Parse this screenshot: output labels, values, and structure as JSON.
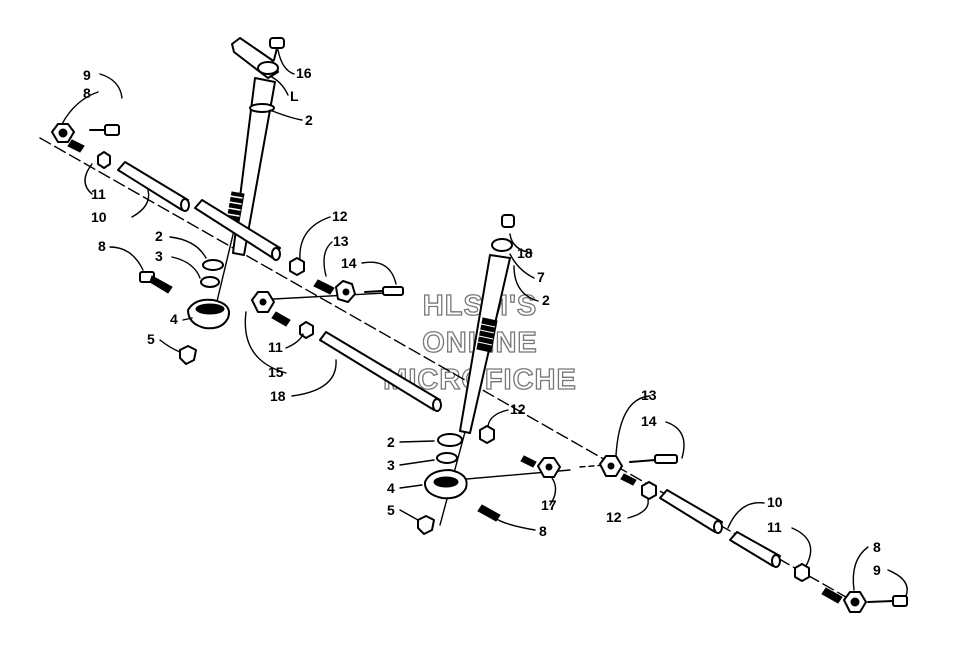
{
  "watermark": [
    "HLSM'S",
    "ONLINE",
    "MICROFICHE"
  ],
  "callouts": {
    "upper_left": {
      "tie_rod_end": "9",
      "tie_rod_end_bolt": "8",
      "jam_nut": "11",
      "tie_rod": "10",
      "nut_right": "12",
      "ball_joint": "13",
      "bolt": "14",
      "bolt_lower": "8",
      "washer": "2",
      "washer_2": "3",
      "steering_arm": "4",
      "lock_nut": "5",
      "jam_nut_2": "11",
      "rod_end": "15",
      "center_rod": "18"
    },
    "left_post": {
      "cap_bolt": "16",
      "arm": "L",
      "bushing": "2"
    },
    "right_post": {
      "cap_bolt": "18",
      "arm": "7",
      "bushing": "2"
    },
    "lower_center": {
      "washer": "2",
      "washer_2": "3",
      "steering_arm": "4",
      "lock_nut": "5",
      "nut": "12",
      "rod_end": "17",
      "bolt": "8"
    },
    "lower_right": {
      "ball_joint": "13",
      "bolt": "14",
      "nut": "12",
      "tie_rod": "10",
      "jam_nut": "11",
      "tie_rod_end": "8",
      "bolt_end": "9"
    }
  }
}
